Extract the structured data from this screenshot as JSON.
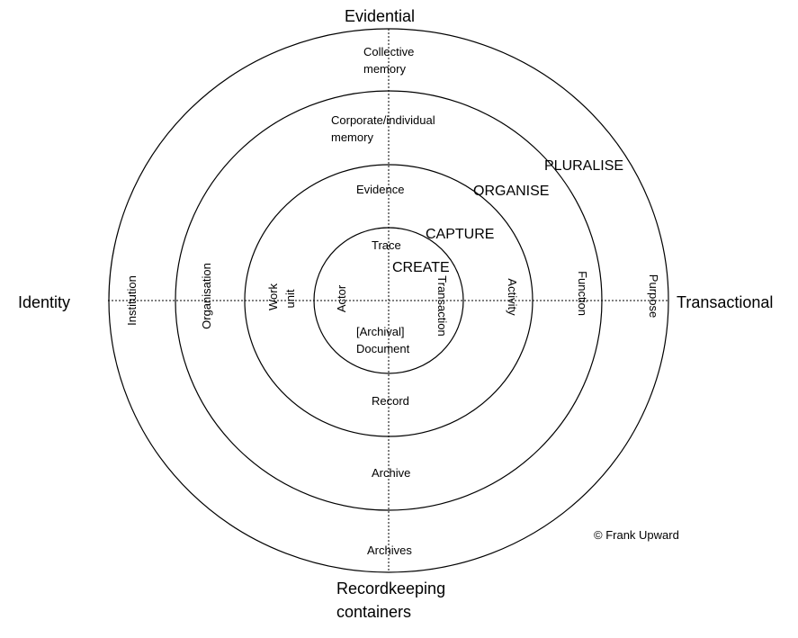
{
  "axes": {
    "top": "Evidential",
    "left": "Identity",
    "right": "Transactional",
    "bottom_line1": "Recordkeeping",
    "bottom_line2": "containers"
  },
  "stages": {
    "create": "CREATE",
    "capture": "CAPTURE",
    "organise": "ORGANISE",
    "pluralise": "PLURALISE"
  },
  "evidential": {
    "collective_memory_1": "Collective",
    "collective_memory_2": "memory",
    "corporate_memory_1": "Corporate/individual",
    "corporate_memory_2": "memory",
    "evidence": "Evidence",
    "trace": "Trace"
  },
  "containers": {
    "document_1": "[Archival]",
    "document_2": "Document",
    "record": "Record",
    "archive": "Archive",
    "archives": "Archives"
  },
  "identity": {
    "institution": "Institution",
    "organisation": "Organisation",
    "work_unit_1": "Work",
    "work_unit_2": "unit",
    "actor": "Actor"
  },
  "transactional": {
    "transaction": "Transaction",
    "activity": "Activity",
    "function": "Function",
    "purpose": "Purpose"
  },
  "copyright": "© Frank Upward"
}
